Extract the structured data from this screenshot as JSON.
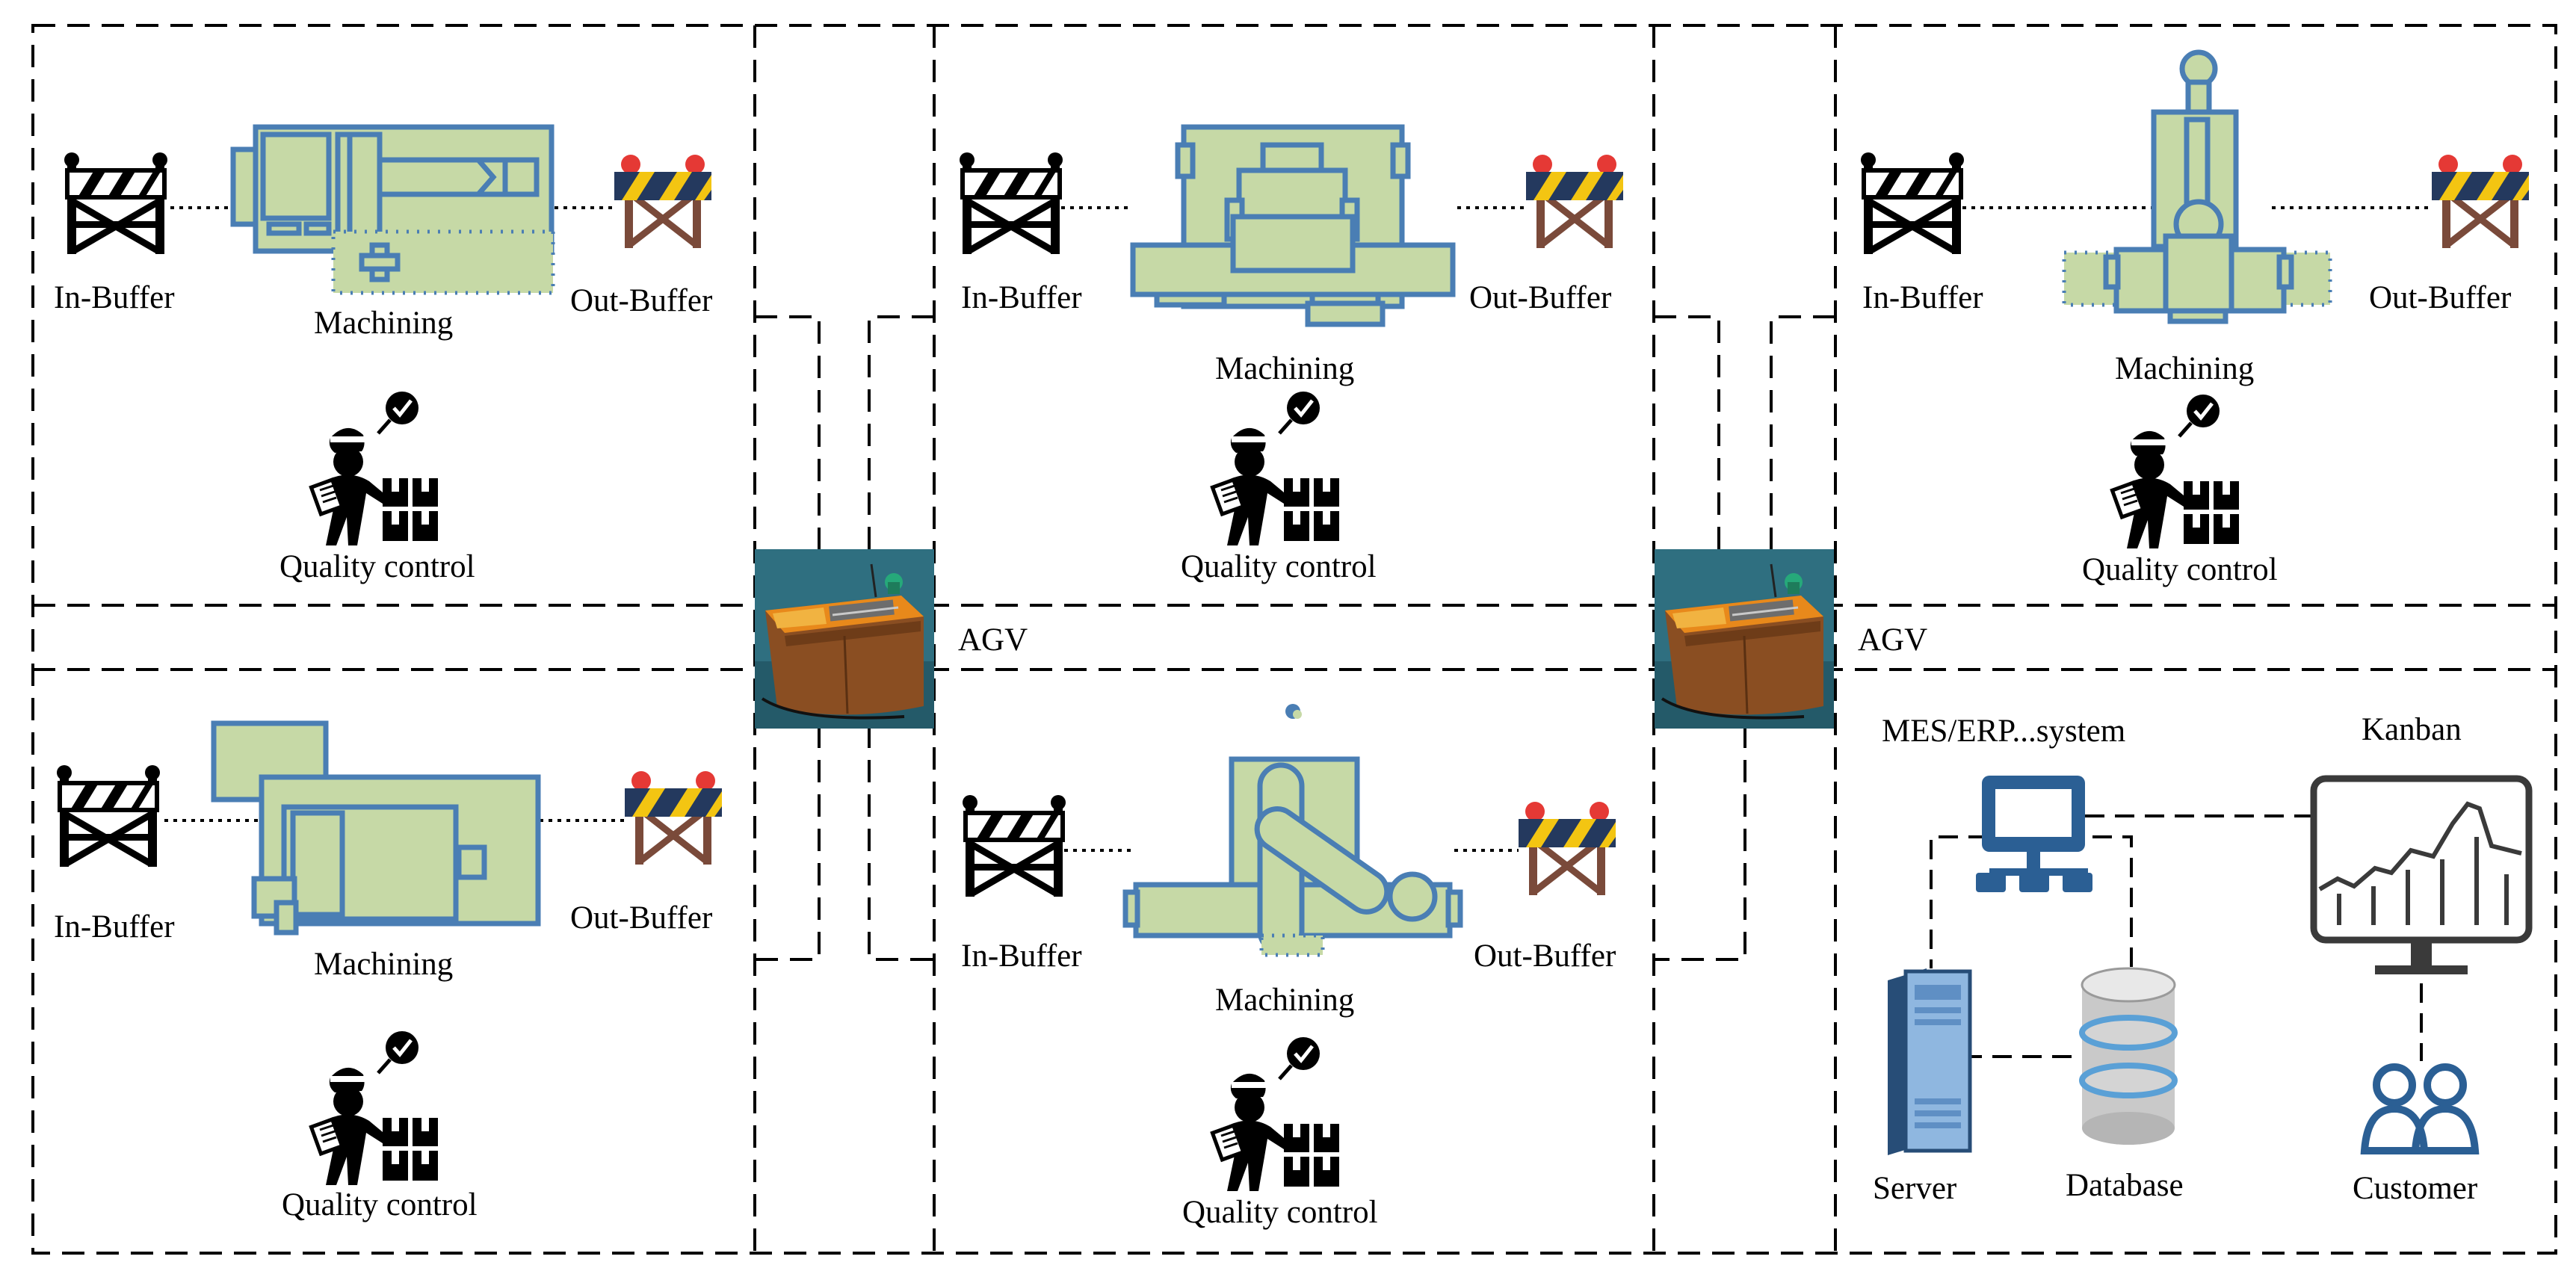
{
  "stations": [
    {
      "in_buffer": "In-Buffer",
      "machining": "Machining",
      "out_buffer": "Out-Buffer",
      "quality": "Quality control"
    },
    {
      "in_buffer": "In-Buffer",
      "machining": "Machining",
      "out_buffer": "Out-Buffer",
      "quality": "Quality control"
    },
    {
      "in_buffer": "In-Buffer",
      "machining": "Machining",
      "out_buffer": "Out-Buffer",
      "quality": "Quality control"
    },
    {
      "in_buffer": "In-Buffer",
      "machining": "Machining",
      "out_buffer": "Out-Buffer",
      "quality": "Quality control"
    },
    {
      "in_buffer": "In-Buffer",
      "machining": "Machining",
      "out_buffer": "Out-Buffer",
      "quality": "Quality control"
    }
  ],
  "agvs": [
    {
      "label": "AGV"
    },
    {
      "label": "AGV"
    }
  ],
  "it": {
    "system": "MES/ERP...system",
    "kanban": "Kanban",
    "server": "Server",
    "database": "Database",
    "customer": "Customer"
  },
  "colors": {
    "machine_fill": "#c6d9a6",
    "machine_stroke": "#4a7eb4",
    "agv_bg": "#2f6f80",
    "agv_body": "#8a4e22",
    "barrier_red": "#e53935",
    "barrier_navy": "#24395e",
    "barrier_yellow": "#f3c512",
    "it_blue": "#2b5f94"
  },
  "icons": [
    "barrier-icon",
    "worker-check-icon",
    "agv-robot-icon",
    "computer-network-icon",
    "monitor-chart-icon",
    "server-icon",
    "database-icon",
    "people-icon"
  ]
}
